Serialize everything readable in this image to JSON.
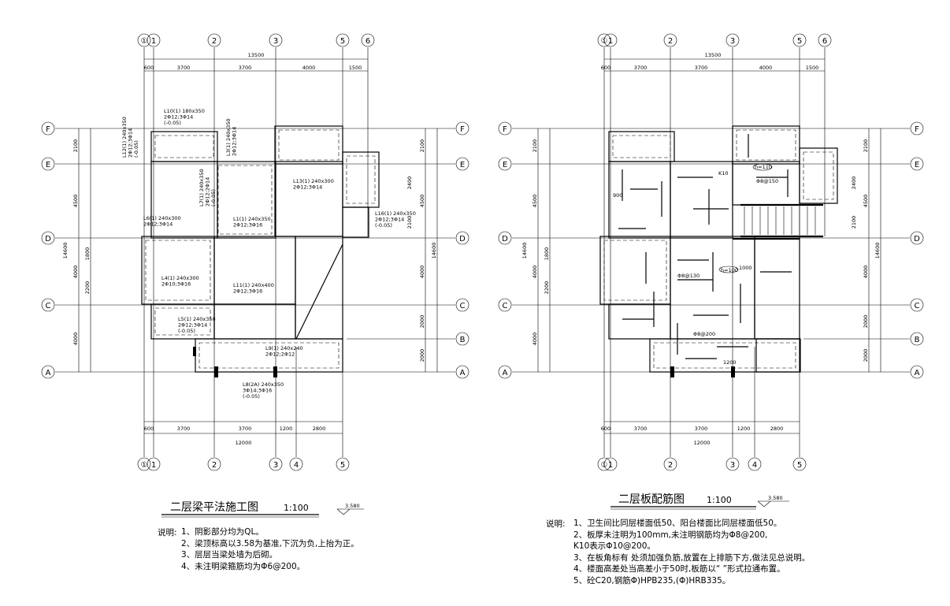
{
  "left_plan": {
    "title": "二层梁平法施工图",
    "scale": "1:100",
    "elevation": "3.580",
    "top_axes": [
      "1",
      "2",
      "3",
      "5",
      "6"
    ],
    "top_dims": [
      "600",
      "3700",
      "3700",
      "4000",
      "1500"
    ],
    "top_total": "13500",
    "bottom_axes": [
      "1",
      "2",
      "3",
      "4",
      "5"
    ],
    "bottom_dims": [
      "600",
      "3700",
      "3700",
      "1200",
      "2800"
    ],
    "bottom_total": "12000",
    "side_axes": [
      "F",
      "E",
      "D",
      "C",
      "B",
      "A"
    ],
    "left_dims": [
      "2100",
      "4500",
      "1800",
      "4000",
      "2200",
      "4000"
    ],
    "left_total": "14600",
    "right_dims": [
      "2100",
      "2400",
      "4500",
      "2100",
      "4000",
      "2000",
      "2000"
    ],
    "right_total": "14600",
    "beam_labels": [
      "L10(1) 180x350\n2Φ12;3Φ14\n(-0.05)",
      "L12(1) 240x350\n2Φ12;3Φ14\n(-0.05)",
      "L7(1) 240x350\n2Φ12;2Φ14\n(-0.05)",
      "L13(1) 240x300\n2Φ12;3Φ14",
      "L3(1) 240x350\n2Φ12;3Φ14",
      "L1(1) 240x350\n2Φ12;3Φ16",
      "L6(1) 240x300\n2Φ12;3Φ14",
      "L4(1) 240x300\n2Φ10;3Φ16",
      "L11(1) 240x400\n2Φ12;3Φ16",
      "L5(1) 240x350\n2Φ12;3Φ14\n(-0.05)",
      "L9(1) 240x240\n2Φ12;2Φ12",
      "L8(2A) 240x350\n3Φ14;3Φ16\n(-0.05)",
      "L16(1) 240x350\n2Φ12;3Φ14\n(-0.05)"
    ],
    "notes_label": "说明:",
    "notes": [
      "1、阴影部分均为QL。",
      "2、梁顶标高以3.58为基准,下沉为负,上抬为正。",
      "3、层层当梁处墙为后砌。",
      "4、未注明梁箍筋均为Φ6@200。"
    ]
  },
  "right_plan": {
    "title": "二层板配筋图",
    "scale": "1:100",
    "elevation": "3.580",
    "top_axes": [
      "1",
      "2",
      "3",
      "5",
      "6"
    ],
    "top_dims": [
      "600",
      "3700",
      "3700",
      "4000",
      "1500"
    ],
    "top_total": "13500",
    "bottom_axes": [
      "1",
      "2",
      "3",
      "4",
      "5"
    ],
    "bottom_dims": [
      "600",
      "3700",
      "3700",
      "1200",
      "2800"
    ],
    "bottom_total": "12000",
    "side_axes": [
      "F",
      "E",
      "D",
      "C",
      "B",
      "A"
    ],
    "left_dims": [
      "2100",
      "4500",
      "1800",
      "4000",
      "2200",
      "4000"
    ],
    "left_total": "14600",
    "right_dims": [
      "2100",
      "2400",
      "4500",
      "2100",
      "4000",
      "2000",
      "2000"
    ],
    "right_total": "14600",
    "slab_labels": [
      "K10",
      "h=110",
      "h=100",
      "Φ8@150",
      "Φ8@130",
      "Φ8@200",
      "900",
      "1000",
      "1200"
    ],
    "notes_label": "说明:",
    "notes": [
      "1、卫生间比同层楼面低50、阳台楼面比同层楼面低50。",
      "2、板厚未注明为100mm,未注明钢筋均为Φ8@200,",
      "   K10表示Φ10@200。",
      "3、在板角标有    处须加强负筋,放置在上排筋下方,做法见总说明。",
      "4、楼面高差处当高差小于50时,板筋以“    ”形式拉通布置。",
      "5、砼C20,钢筋Φ)HPB235,(Φ)HRB335。"
    ]
  }
}
